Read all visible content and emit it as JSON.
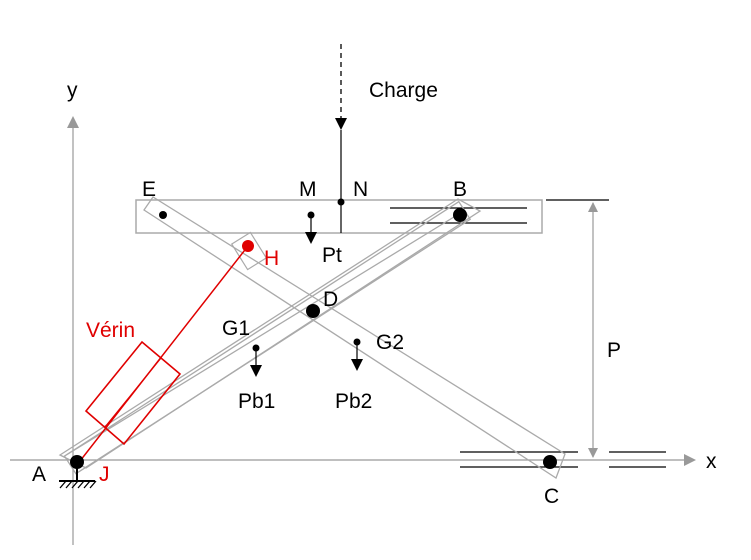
{
  "labels": {
    "y": "y",
    "x": "x",
    "charge": "Charge",
    "E": "E",
    "M": "M",
    "N": "N",
    "B": "B",
    "H": "H",
    "Pt": "Pt",
    "D": "D",
    "G1": "G1",
    "G2": "G2",
    "verin": "Vérin",
    "Pb1": "Pb1",
    "Pb2": "Pb2",
    "P": "P",
    "A": "A",
    "J": "J",
    "C": "C"
  },
  "colors": {
    "axis": "#999999",
    "structure": "#aaaaaa",
    "ink": "#000000",
    "actuator": "#e00000"
  }
}
